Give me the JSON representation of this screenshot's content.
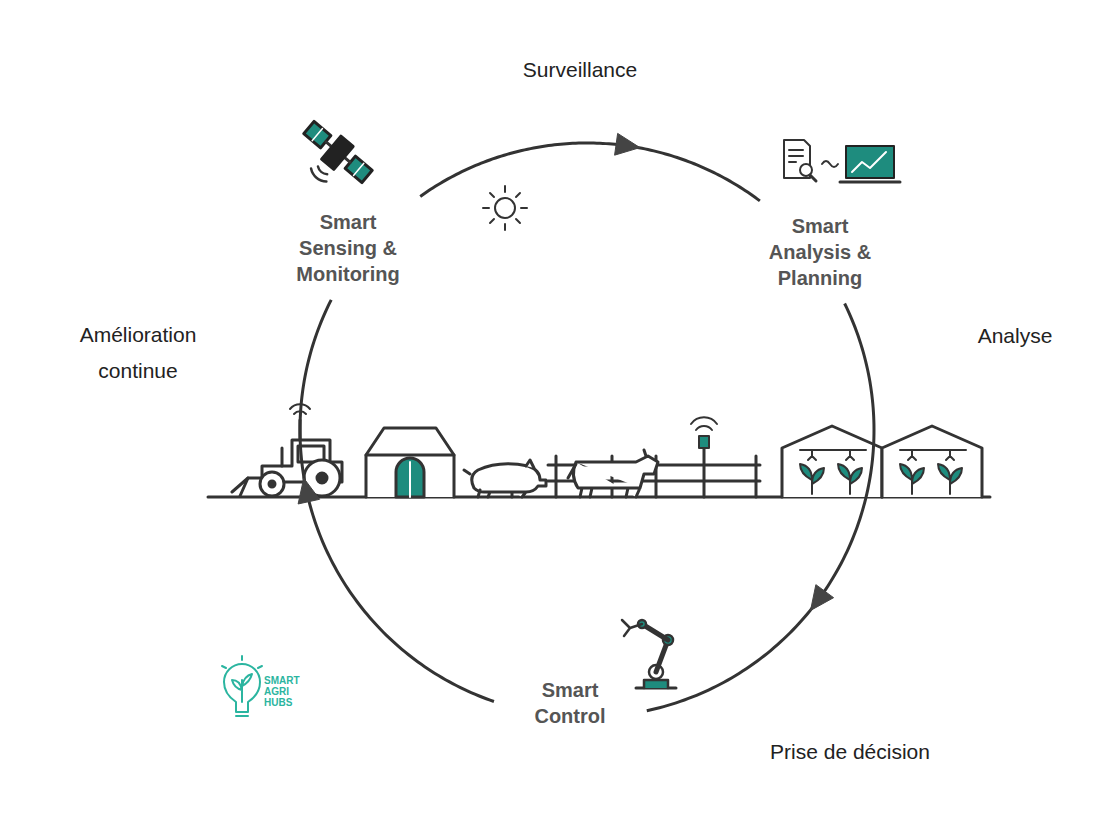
{
  "diagram": {
    "nodes": [
      {
        "text": [
          "Smart Sensing & Monitoring"
        ]
      },
      {
        "text": [
          "Smart Analysis & Planning"
        ]
      },
      {
        "text": [
          "Smart Control"
        ]
      }
    ],
    "edges": [
      {
        "from": 0,
        "to": 1,
        "arrow": "to"
      },
      {
        "from": 1,
        "to": 2,
        "arrow": "to"
      },
      {
        "from": 2,
        "to": 0,
        "arrow": "to"
      }
    ],
    "labels": [
      "Surveillance",
      "Analyse",
      "Prise de décision",
      "Amélioration continue",
      "SMART AGRI HUBS"
    ]
  }
}
